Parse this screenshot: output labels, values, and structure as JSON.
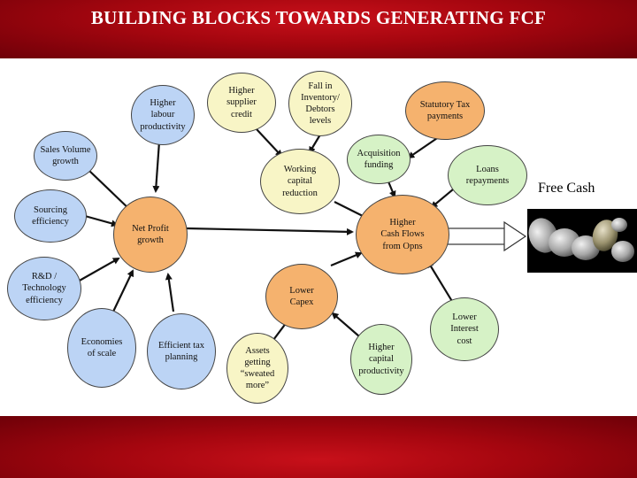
{
  "title": "BUILDING BLOCKS TOWARDS GENERATING  FCF",
  "nodes": {
    "labour": "Higher\nlabour\nproductivity",
    "supplier": "Higher\nsupplier\ncredit",
    "inventory": "Fall in\nInventory/\nDebtors\nlevels",
    "tax": "Statutory Tax\npayments",
    "sales": "Sales Volume\ngrowth",
    "acquisition": "Acquisition\nfunding",
    "loans": "Loans\nrepayments",
    "working": "Working\ncapital\nreduction",
    "sourcing": "Sourcing\nefficiency",
    "netprofit": "Net Profit\ngrowth",
    "cashflows": "Higher\nCash Flows\nfrom Opns",
    "rnd": "R&D /\nTechnology\nefficiency",
    "capex": "Lower\nCapex",
    "economies": "Economies\nof scale",
    "efficienttax": "Efficient tax\nplanning",
    "assets": "Assets\ngetting\n“sweated\nmore”",
    "capital": "Higher\ncapital\nproductivity",
    "interest": "Lower\nInterest\ncost"
  },
  "free_cash": "Free Cash",
  "colors": {
    "band": "#a5060f",
    "blue_node": "#bcd4f5",
    "yellow_node": "#f8f5c6",
    "green_node": "#d6f2c6",
    "orange_node": "#f5b26e"
  }
}
